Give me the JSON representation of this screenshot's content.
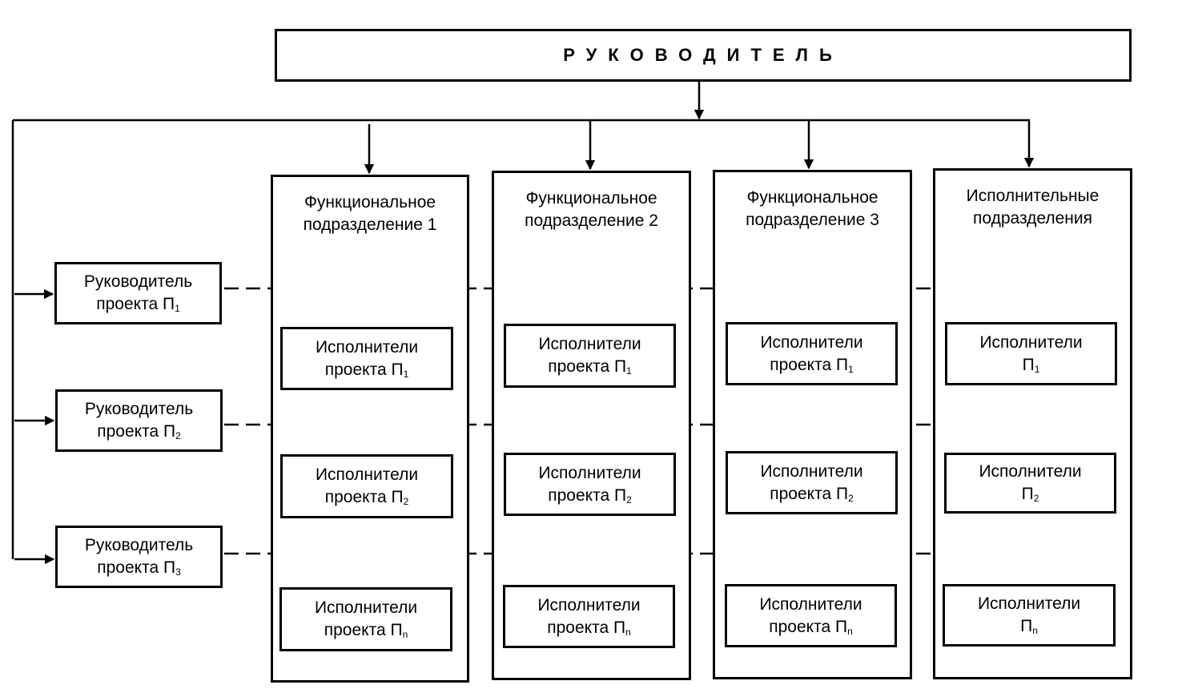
{
  "head": {
    "title": "РУКОВОДИТЕЛЬ"
  },
  "columns": [
    {
      "line1": "Функциональное",
      "line2": "подразделение 1"
    },
    {
      "line1": "Функциональное",
      "line2": "подразделение 2"
    },
    {
      "line1": "Функциональное",
      "line2": "подразделение 3"
    },
    {
      "line1": "Исполнительные",
      "line2": "подразделения"
    }
  ],
  "managers": [
    {
      "line1": "Руководитель",
      "line2": "проекта П",
      "sub": "1"
    },
    {
      "line1": "Руководитель",
      "line2": "проекта П",
      "sub": "2"
    },
    {
      "line1": "Руководитель",
      "line2": "проекта П",
      "sub": "3"
    }
  ],
  "performers": {
    "functional": [
      {
        "line1": "Исполнители",
        "line2": "проекта П",
        "sub": "1"
      },
      {
        "line1": "Исполнители",
        "line2": "проекта П",
        "sub": "2"
      },
      {
        "line1": "Исполнители",
        "line2": "проекта П",
        "sub": "n"
      }
    ],
    "executive": [
      {
        "line1": "Исполнители",
        "line2": "П",
        "sub": "1"
      },
      {
        "line1": "Исполнители",
        "line2": "П",
        "sub": "2"
      },
      {
        "line1": "Исполнители",
        "line2": "П",
        "sub": "n"
      }
    ]
  }
}
